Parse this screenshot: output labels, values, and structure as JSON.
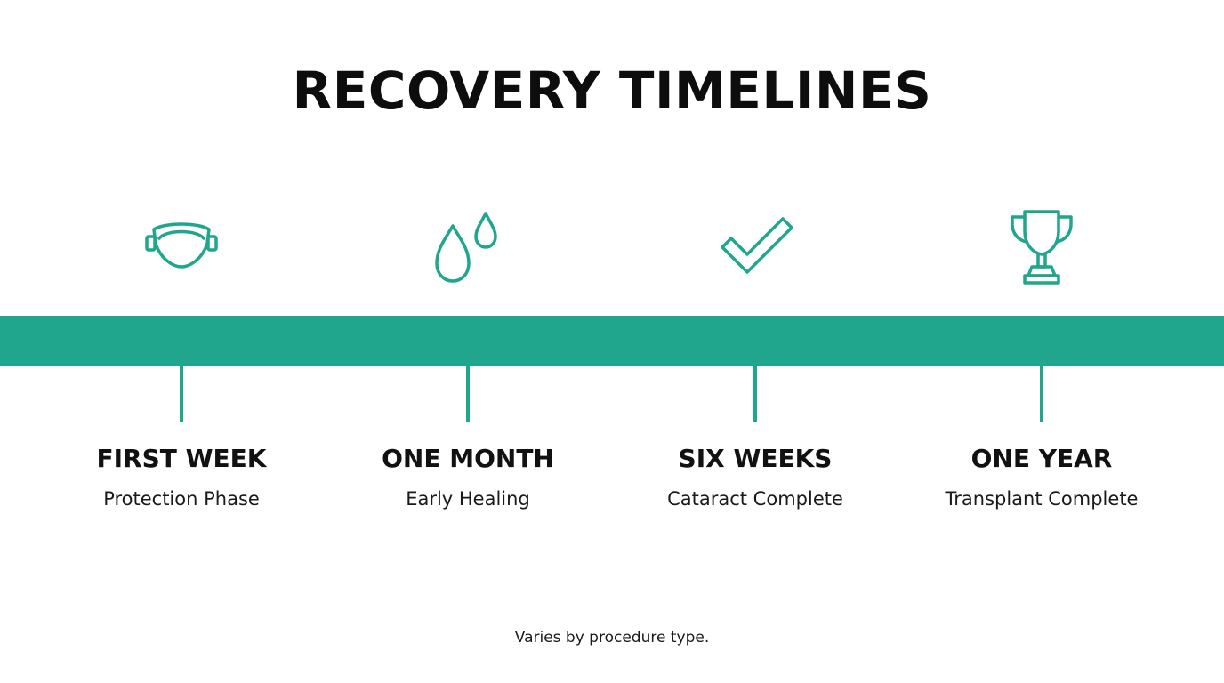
{
  "title": "RECOVERY TIMELINES",
  "accent_color": "#1fa68c",
  "milestones": [
    {
      "label": "FIRST WEEK",
      "subtitle": "Protection Phase",
      "icon": "eye-shield-icon"
    },
    {
      "label": "ONE MONTH",
      "subtitle": "Early Healing",
      "icon": "water-drops-icon"
    },
    {
      "label": "SIX WEEKS",
      "subtitle": "Cataract Complete",
      "icon": "checkmark-icon"
    },
    {
      "label": "ONE YEAR",
      "subtitle": "Transplant Complete",
      "icon": "trophy-icon"
    }
  ],
  "footnote": "Varies by procedure type."
}
